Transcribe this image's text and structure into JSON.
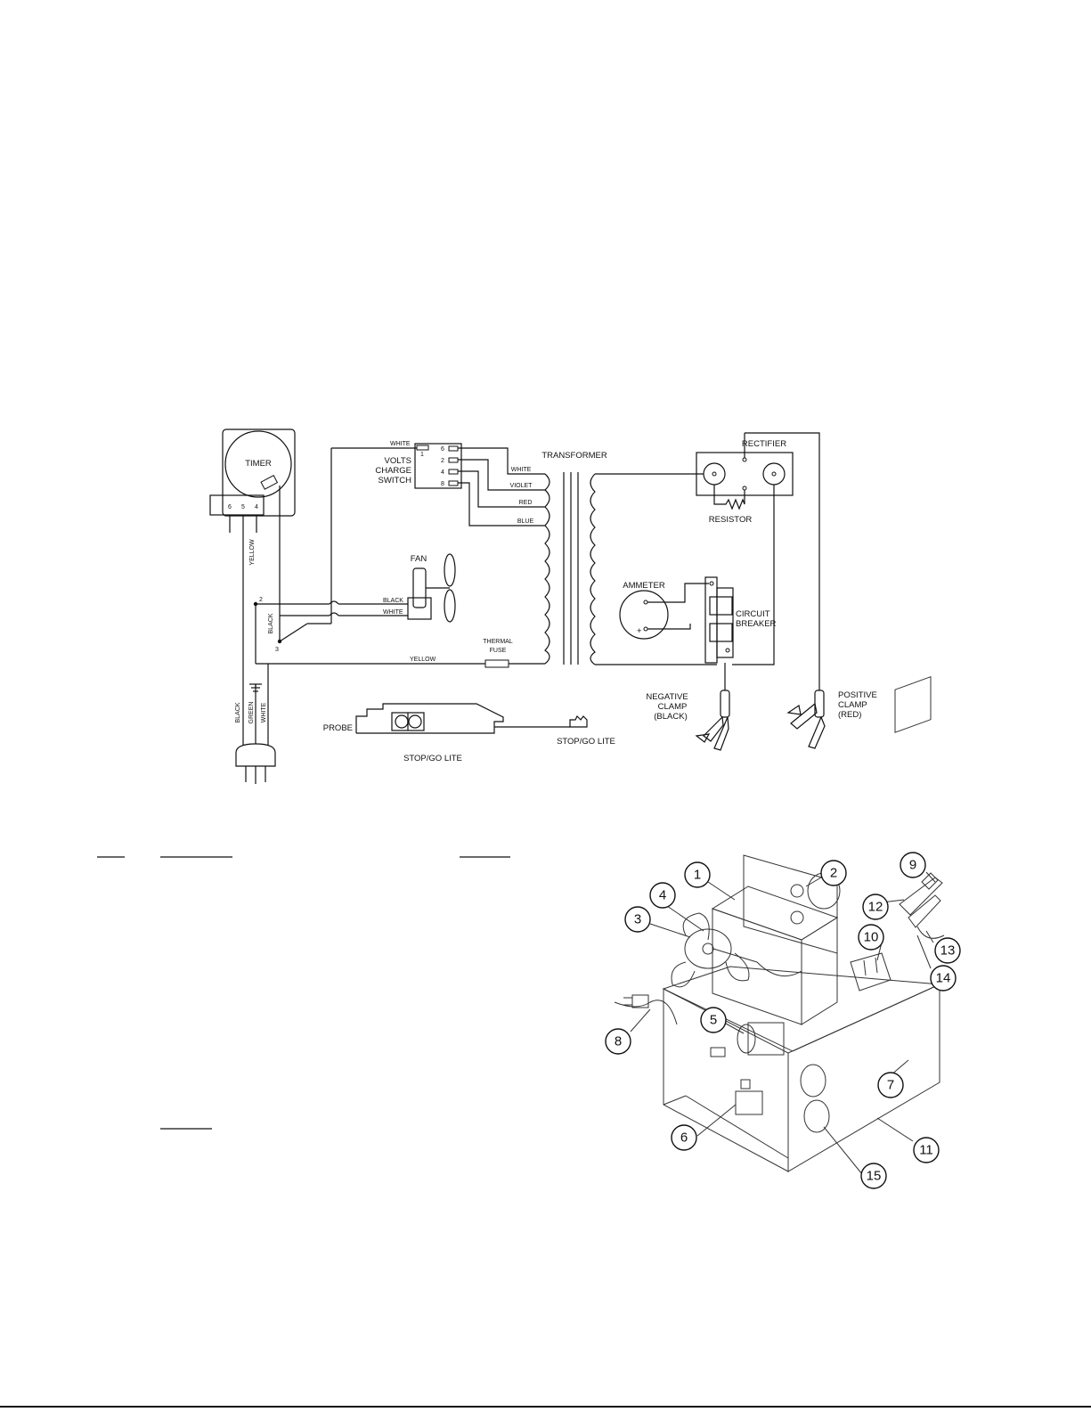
{
  "wiring_diagram": {
    "timer": {
      "title": "TIMER",
      "terminals": [
        "6",
        "5",
        "4"
      ]
    },
    "switch": {
      "title_lines": [
        "VOLTS",
        "CHARGE",
        "SWITCH"
      ],
      "terminals": [
        "6",
        "2",
        "4",
        "8"
      ],
      "pin_label": "1"
    },
    "wire_labels": {
      "white_top": "WHITE",
      "white": "WHITE",
      "violet": "VIOLET",
      "red": "RED",
      "blue": "BLUE",
      "yellow_vertical": "YELLOW",
      "black_fan": "BLACK",
      "white_fan": "WHITE",
      "black_vertical": "BLACK",
      "yellow_bottom": "YELLOW",
      "cord_black": "BLACK",
      "cord_green": "GREEN",
      "cord_white": "WHITE"
    },
    "node_labels": {
      "n2": "2",
      "n3": "3"
    },
    "transformer": "TRANSFORMER",
    "fan": "FAN",
    "thermal_fuse": [
      "THERMAL",
      "FUSE"
    ],
    "rectifier": "RECTIFIER",
    "resistor": "RESISTOR",
    "ammeter": "AMMETER",
    "ammeter_plus": "+",
    "circuit_breaker": [
      "CIRCUIT",
      "BREAKER"
    ],
    "negative_clamp": [
      "NEGATIVE",
      "CLAMP",
      "(BLACK)"
    ],
    "positive_clamp": [
      "POSITIVE",
      "CLAMP",
      "(RED)"
    ],
    "probe": "PROBE",
    "stop_go_lite_left": "STOP/GO LITE",
    "stop_go_lite_right": "STOP/GO LITE"
  },
  "parts_diagram": {
    "callouts": [
      "1",
      "2",
      "3",
      "4",
      "5",
      "6",
      "7",
      "8",
      "9",
      "10",
      "11",
      "12",
      "13",
      "14",
      "15"
    ]
  }
}
